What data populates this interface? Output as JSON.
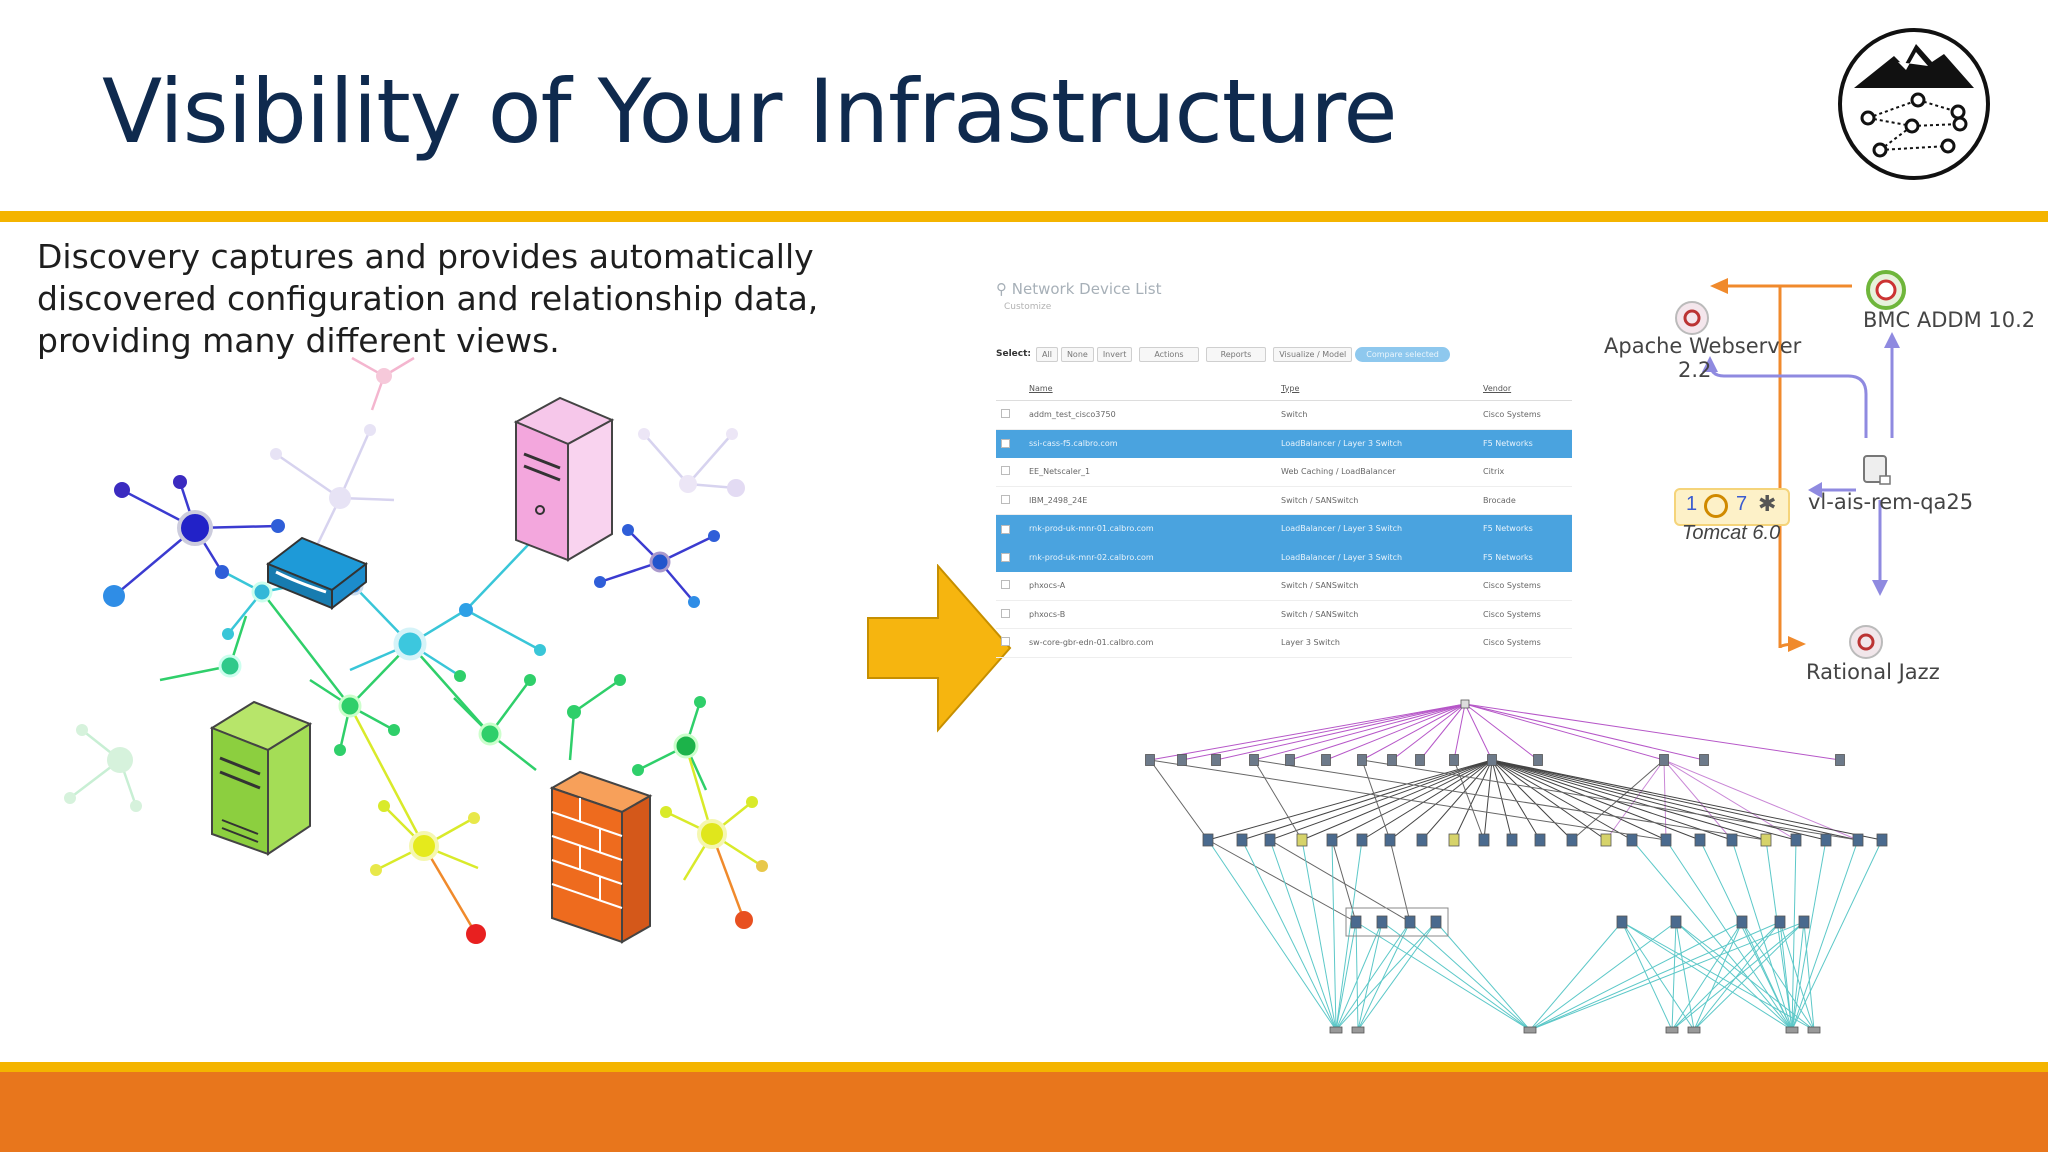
{
  "slide": {
    "title": "Visibility of Your Infrastructure",
    "description": "Discovery captures and provides automatically discovered configuration and relationship data, providing many different views."
  },
  "colors": {
    "title": "#0f2a4e",
    "accent_rule": "#f4b400",
    "footer_bar": "#e8761c",
    "arrow": "#f6b50f",
    "selected_row": "#4aa3df"
  },
  "icons": [
    "mountain-network-logo",
    "arrow-right-icon",
    "search-icon",
    "server-icon",
    "switch-icon",
    "firewall-icon"
  ],
  "device_list": {
    "search_placeholder": "Network Device List",
    "customize": "Customize",
    "select_label": "Select:",
    "toolbar": [
      "All",
      "None",
      "Invert",
      "Actions",
      "Reports",
      "Visualize / Model"
    ],
    "primary_button": "Compare selected",
    "columns": [
      "Name",
      "Type",
      "Vendor"
    ],
    "rows": [
      {
        "name": "addm_test_cisco3750",
        "type": "Switch",
        "vendor": "Cisco Systems",
        "selected": false
      },
      {
        "name": "ssi-cass-f5.calbro.com",
        "type": "LoadBalancer / Layer 3 Switch",
        "vendor": "F5 Networks",
        "selected": true
      },
      {
        "name": "EE_Netscaler_1",
        "type": "Web Caching / LoadBalancer",
        "vendor": "Citrix",
        "selected": false
      },
      {
        "name": "IBM_2498_24E",
        "type": "Switch / SANSwitch",
        "vendor": "Brocade",
        "selected": false
      },
      {
        "name": "rnk-prod-uk-mnr-01.calbro.com",
        "type": "LoadBalancer / Layer 3 Switch",
        "vendor": "F5 Networks",
        "selected": true
      },
      {
        "name": "rnk-prod-uk-mnr-02.calbro.com",
        "type": "LoadBalancer / Layer 3 Switch",
        "vendor": "F5 Networks",
        "selected": true
      },
      {
        "name": "phxocs-A",
        "type": "Switch / SANSwitch",
        "vendor": "Cisco Systems",
        "selected": false
      },
      {
        "name": "phxocs-B",
        "type": "Switch / SANSwitch",
        "vendor": "Cisco Systems",
        "selected": false
      },
      {
        "name": "sw-core-gbr-edn-01.calbro.com",
        "type": "Layer 3 Switch",
        "vendor": "Cisco Systems",
        "selected": false
      }
    ]
  },
  "relationship": {
    "nodes": {
      "apache": "Apache Webserver",
      "apache_version": "2.2",
      "bmc": "BMC ADDM 10.2",
      "host": "vl-ais-rem-qa25",
      "tomcat": "Tomcat 6.0",
      "tomcat_count_a": "1",
      "tomcat_count_b": "7",
      "rational": "Rational Jazz"
    }
  }
}
